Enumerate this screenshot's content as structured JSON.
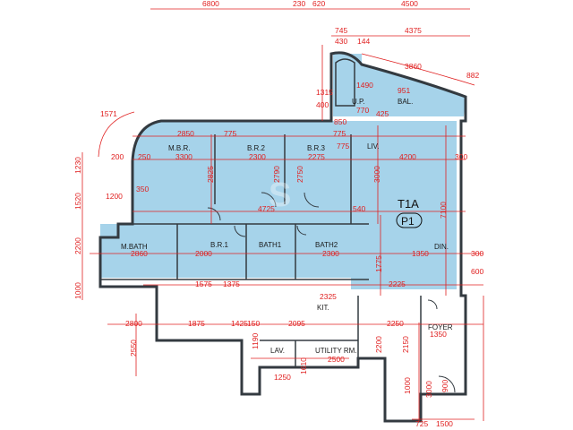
{
  "unit": {
    "name": "T1A",
    "badge": "P1"
  },
  "colors": {
    "room_fill": "#a6d3ea",
    "dimension": "#e02020",
    "wall": "#333a40"
  },
  "rooms": {
    "mbr": "M.B.R.",
    "br2": "B.R.2",
    "br3": "B.R.3",
    "br1": "B.R.1",
    "liv": "LIV.",
    "din": "DIN.",
    "bal": "BAL.",
    "up": "U.P.",
    "mbath": "M.BATH",
    "bath1": "BATH1",
    "bath2": "BATH2",
    "kit": "KIT.",
    "foyer": "FOYER",
    "utility": "UTILITY\nRM.",
    "lav": "LAV."
  },
  "dims": {
    "top_6800": "6800",
    "top_230": "230",
    "top_620": "620",
    "top_4500": "4500",
    "top_745": "745",
    "top_4375": "4375",
    "top_430": "430",
    "top_144": "144",
    "top_3860": "3860",
    "top_951": "951",
    "top_882": "882",
    "side_1571": "1571",
    "v_1315": "1315",
    "v_400": "400",
    "v_1490": "1490",
    "v_770": "770",
    "v_425": "425",
    "h_850": "850",
    "h_2850": "2850",
    "h_3300": "3300",
    "h_2300": "2300",
    "h_2275": "2275",
    "h_4200": "4200",
    "h_775a": "775",
    "h_775b": "775",
    "h_775c": "775",
    "h_300a": "300",
    "h_200a": "200",
    "h_250": "250",
    "v_2825": "2825",
    "v_2790": "2790",
    "v_2750": "2750",
    "v_3000": "3000",
    "v_7100": "7100",
    "v_1230": "1230",
    "v_1520": "1520",
    "v_2200": "2200",
    "v_1000": "1000",
    "h_1200": "1200",
    "h_350": "350",
    "h_4725": "4725",
    "h_540": "540",
    "h_2860": "2860",
    "h_2000": "2000",
    "h_2300b": "2300",
    "h_1350": "1350",
    "h_600": "600",
    "h_300b": "300",
    "h_1575": "1575",
    "h_1375": "1375",
    "h_2325": "2325",
    "h_2225": "2225",
    "h_2800": "2800",
    "h_1875": "1875",
    "h_1425": "1425",
    "h_150": "150",
    "h_2095": "2095",
    "h_2250": "2250",
    "h_1350b": "1350",
    "v_2550": "2550",
    "v_1775": "1775",
    "v_2200b": "2200",
    "v_2150": "2150",
    "v_1000b": "1000",
    "v_3000b": "3000",
    "h_2500": "2500",
    "h_1250": "1250",
    "h_1500": "1500",
    "h_725": "725",
    "h_900": "900",
    "v_1190": "1190",
    "v_1610": "1610"
  }
}
